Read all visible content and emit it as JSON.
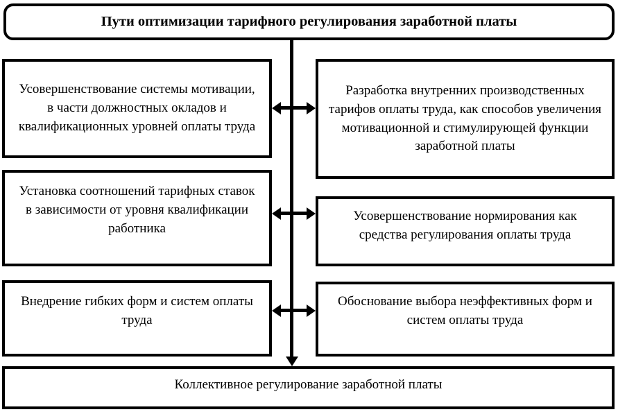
{
  "diagram": {
    "title_box": {
      "text": "Пути оптимизации тарифного регулирования заработной платы"
    },
    "left_column": [
      {
        "id": "left-1",
        "text": "Усовершенствование системы мотивации, в части должностных окладов и квалификационных уровней оплаты труда"
      },
      {
        "id": "left-2",
        "text": "Установка соотношений тарифных ставок в зависимости от уровня квалификации работника"
      },
      {
        "id": "left-3",
        "text": "Внедрение гибких форм и систем оплаты труда"
      }
    ],
    "right_column": [
      {
        "id": "right-1",
        "text": "Разработка  внутренних производственных тарифов оплаты труда, как способов увеличения мотивационной и стимулирующей функции заработной платы"
      },
      {
        "id": "right-2",
        "text": "Усовершенствование нормирования как средства регулирования оплаты труда"
      },
      {
        "id": "right-3",
        "text": "Обоснование выбора неэффективных форм и систем оплаты труда"
      }
    ],
    "bottom_box": {
      "text": "Коллективное регулирование заработной платы"
    },
    "connectors": {
      "vertical_line_name": "vertical-connector-line",
      "down_arrow_name": "arrow-down-to-bottom-box",
      "bidirectional_arrow_name": "bidirectional-arrow"
    },
    "colors": {
      "stroke": "#000000",
      "fill": "#ffffff",
      "text": "#000000"
    }
  }
}
